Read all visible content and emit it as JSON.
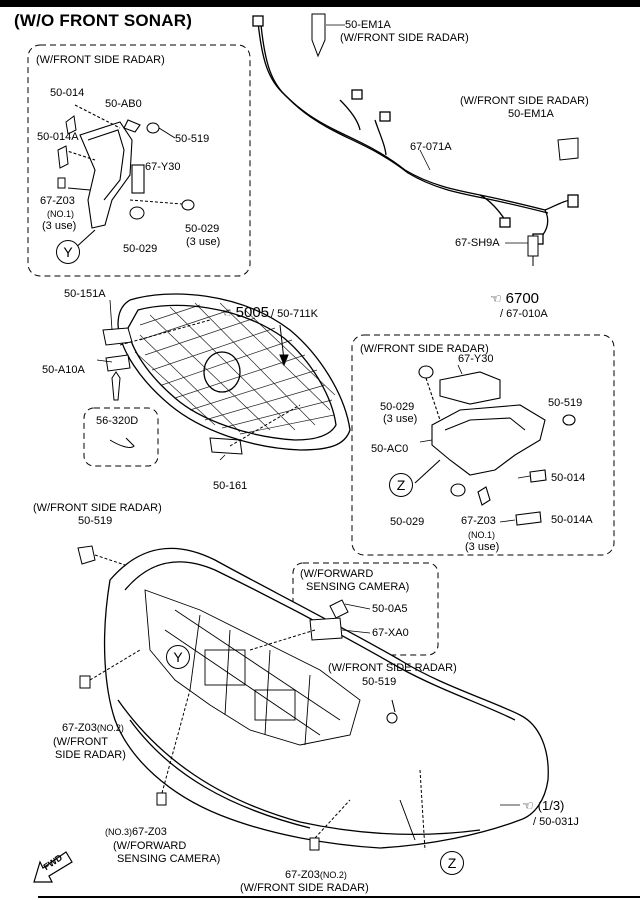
{
  "title": "(W/O FRONT SONAR)",
  "groups": {
    "side_radar_top": "(W/FRONT SIDE RADAR)",
    "side_radar_right": "(W/FRONT SIDE RADAR)",
    "side_radar_em1a": "(W/FRONT SIDE RADAR)",
    "forward_camera_line1": "(W/FORWARD",
    "forward_camera_line2": "SENSING CAMERA)",
    "side_radar_left": "(W/FRONT SIDE RADAR)",
    "side_radar_519": "(W/FRONT SIDE RADAR)"
  },
  "parts": {
    "em1a_top": "50-EM1A",
    "em1a_top_note": "(W/FRONT SIDE RADAR)",
    "em1a_right": "50-EM1A",
    "p071a": "67-071A",
    "sh9a": "67-SH9A",
    "ref6700": "6700",
    "ref6700_sub": "/ 67-010A",
    "ref5005": "5005",
    "ref5005_sub": "/ 50-711K",
    "p014_tl": "50-014",
    "pab0": "50-AB0",
    "p014a_tl": "50-014A",
    "p519_tl": "50-519",
    "py30_tl": "67-Y30",
    "pz03_tl": "67-Z03",
    "pz03_tl_no": "(NO.1)",
    "pz03_tl_use": "(3 use)",
    "p029_tl_a": "50-029",
    "p029_tl_a_use": "(3 use)",
    "p029_tl_b": "50-029",
    "p151a": "50-151A",
    "pa10a": "50-A10A",
    "p320d": "56-320D",
    "p161": "50-161",
    "py30_r": "67-Y30",
    "p029_r_a": "50-029",
    "p029_r_a_use": "(3 use)",
    "p519_r": "50-519",
    "pac0": "50-AC0",
    "p014_r": "50-014",
    "p029_r_b": "50-029",
    "pz03_r": "67-Z03",
    "pz03_r_no": "(NO.1)",
    "pz03_r_use": "(3 use)",
    "p014a_r": "50-014A",
    "p519_left": "50-519",
    "p0a5": "50-0A5",
    "pxa0": "67-XA0",
    "p519_mid": "50-519",
    "pz03_no2_left": "67-Z03",
    "pz03_no2_left_no": "(NO.2)",
    "pz03_no2_left_note1": "(W/FRONT",
    "pz03_no2_left_note2": "SIDE RADAR)",
    "pz03_no3": "67-Z03",
    "pz03_no3_no": "(NO.3)",
    "pz03_no3_note1": "(W/FORWARD",
    "pz03_no3_note2": "SENSING CAMERA)",
    "pz03_no2_bottom": "67-Z03",
    "pz03_no2_bottom_no": "(NO.2)",
    "pz03_no2_bottom_note": "(W/FRONT SIDE RADAR)",
    "ref_1_3": "(1/3)",
    "ref_1_3_sub": "/ 50-031J"
  },
  "markers": {
    "y_top": "Y",
    "y_bumper": "Y",
    "z_right": "Z",
    "z_bottom": "Z"
  },
  "fwd_label": "FWD"
}
